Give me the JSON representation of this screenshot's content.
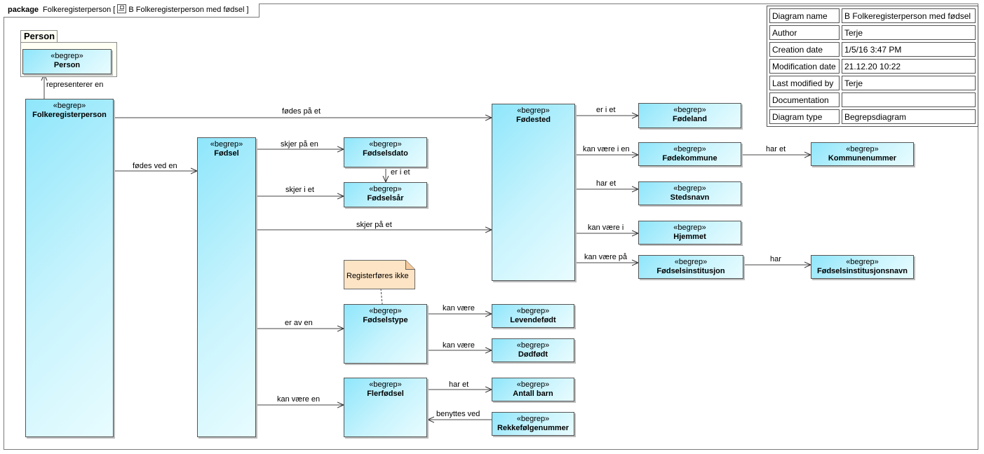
{
  "header": {
    "keyword": "package",
    "package_name": "Folkeregisterperson [",
    "diagram_name": "B Folkeregisterperson med fødsel ]"
  },
  "info_table": [
    {
      "key": "Diagram name",
      "value": "B Folkeregisterperson med fødsel"
    },
    {
      "key": "Author",
      "value": "Terje"
    },
    {
      "key": "Creation date",
      "value": "1/5/16 3:47 PM"
    },
    {
      "key": "Modification date",
      "value": "21.12.20 10:22"
    },
    {
      "key": "Last modified by",
      "value": "Terje"
    },
    {
      "key": "Documentation",
      "value": ""
    },
    {
      "key": "Diagram type",
      "value": "Begrepsdiagram"
    }
  ],
  "stereotype": "«begrep»",
  "package_person": {
    "name": "Person"
  },
  "classes": {
    "person": "Person",
    "folkeregisterperson": "Folkeregisterperson",
    "fodsel": "Fødsel",
    "fodested": "Fødested",
    "fodselsdato": "Fødselsdato",
    "fodselsar": "Fødselsår",
    "fodselstype": "Fødselstype",
    "flerfodsel": "Flerfødsel",
    "fodeland": "Fødeland",
    "fodekommune": "Fødekommune",
    "kommunenummer": "Kommunenummer",
    "stedsnavn": "Stedsnavn",
    "hjemmet": "Hjemmet",
    "fodselsinstitusjon": "Fødselsinstitusjon",
    "fodselsinstitusjonsnavn": "Fødselsinstitusjonsnavn",
    "levendefodt": "Levendefødt",
    "dodfodt": "Dødfødt",
    "antall_barn": "Antall barn",
    "rekkefolgenummer": "Rekkefølgenummer"
  },
  "note": "Registerføres ikke",
  "edges": {
    "representerer_en": "representerer en",
    "fodes_pa_et": "fødes på et",
    "fodes_ved_en": "fødes ved en",
    "skjer_pa_en": "skjer på en",
    "er_i_et_dato": "er i et",
    "skjer_i_et": "skjer i et",
    "skjer_pa_et": "skjer på et",
    "er_av_en": "er av en",
    "kan_vaere_en": "kan være en",
    "er_i_et_land": "er i et",
    "kan_vaere_i_en": "kan være i en",
    "har_et_kommune": "har et",
    "har_et_sted": "har et",
    "kan_vaere_i": "kan være i",
    "kan_vaere_pa": "kan være på",
    "har": "har",
    "kan_vaere_1": "kan være",
    "kan_vaere_2": "kan være",
    "har_et_barn": "har et",
    "benyttes_ved": "benyttes ved"
  }
}
